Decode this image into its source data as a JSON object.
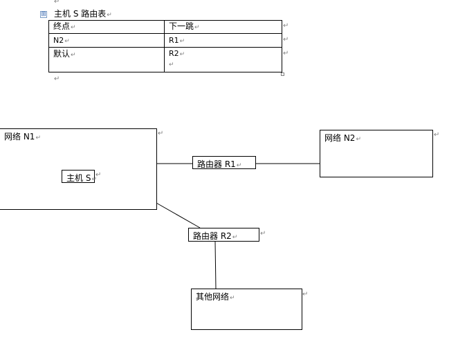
{
  "doc": {
    "table_title": "主机 S 路由表",
    "table": {
      "headers": [
        "终点",
        "下一跳"
      ],
      "rows": [
        [
          "N2",
          "R1"
        ],
        [
          "默认",
          "R2"
        ]
      ]
    }
  },
  "diagram": {
    "network_n1": "网络 N1",
    "host_s": "主机 S",
    "router_r1": "路由器 R1",
    "network_n2": "网络 N2",
    "router_r2": "路由器 R2",
    "other_networks": "其他网络"
  },
  "marks": {
    "paragraph_mark": "↵",
    "move_handle": "⊞"
  }
}
